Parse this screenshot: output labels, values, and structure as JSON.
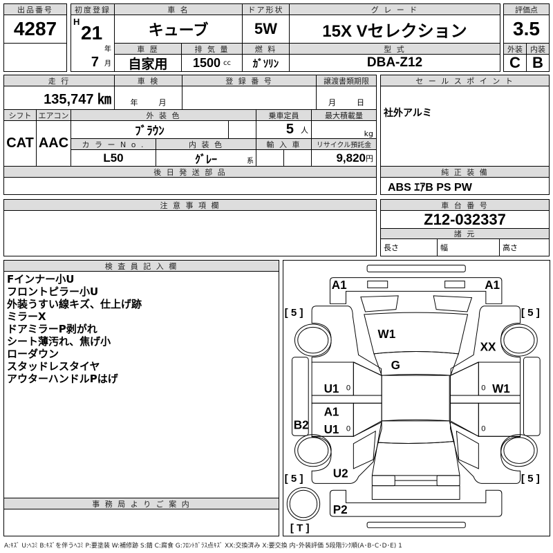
{
  "lot": {
    "label": "出品番号",
    "value": "4287"
  },
  "first_reg": {
    "label": "初度登録",
    "era": "H",
    "year": "21",
    "year_unit": "年",
    "month": "7",
    "month_unit": "月"
  },
  "car_name": {
    "label": "車 名",
    "value": "キューブ"
  },
  "door": {
    "label": "ドア形状",
    "value": "5W"
  },
  "grade": {
    "label": "グ レ ー ド",
    "value": "15X Vセレクション"
  },
  "history": {
    "label": "車 歴",
    "value": "自家用"
  },
  "displacement": {
    "label": "排 気 量",
    "value": "1500",
    "unit": "cc"
  },
  "fuel": {
    "label": "燃 料",
    "value": "ｶﾞｿﾘﾝ"
  },
  "model": {
    "label": "型 式",
    "value": "DBA-Z12"
  },
  "score": {
    "label": "評価点",
    "value": "3.5",
    "ext_label": "外装",
    "int_label": "内装",
    "ext": "C",
    "int": "B"
  },
  "mileage": {
    "label": "走 行",
    "value": "135,747 ㎞"
  },
  "inspection": {
    "label": "車 検",
    "year_unit": "年",
    "month_unit": "月"
  },
  "reg_no": {
    "label": "登 録 番 号"
  },
  "transfer": {
    "label": "譲渡書類期限",
    "month_unit": "月",
    "day_unit": "日"
  },
  "shift": {
    "label": "シフト",
    "value": "CAT"
  },
  "ac": {
    "label": "エアコン",
    "value": "AAC"
  },
  "ext_color": {
    "label": "外 装 色",
    "value": "ﾌﾞﾗｳﾝ"
  },
  "capacity": {
    "label": "乗車定員",
    "value": "5",
    "unit": "人"
  },
  "max_load": {
    "label": "最大積載量",
    "unit": "kg"
  },
  "color_no": {
    "label": "カ ラ ー N o .",
    "value": "L50"
  },
  "int_color": {
    "label": "内 装 色",
    "value": "ｸﾞﾚｰ",
    "unit": "系"
  },
  "import": {
    "label": "輸 入 車"
  },
  "recycle": {
    "label": "リサイクル預託金",
    "value": "9,820",
    "unit": "円"
  },
  "later_parts": {
    "label": "後 日 発 送 部 品"
  },
  "sales_point": {
    "label": "セ ー ル ス ポ イ ン ト",
    "value": "社外アルミ"
  },
  "equipment": {
    "label": "純 正 装 備",
    "value": "ABS ｴｱB PS PW"
  },
  "notes": {
    "label": "注 意 事 項 欄"
  },
  "chassis": {
    "label": "車 台 番 号",
    "value": "Z12-032337"
  },
  "specs": {
    "label": "諸 元",
    "length": "長さ",
    "width": "幅",
    "height": "高さ"
  },
  "inspector": {
    "label": "検 査 員 記 入 欄",
    "lines": [
      "Fインナー小U",
      "フロントピラー小U",
      "外装うすい線キズ、仕上げ跡",
      "ミラーX",
      "ドアミラーP剥がれ",
      "シート薄汚れ、焦げ小",
      "ローダウン",
      "スタッドレスタイヤ",
      "アウターハンドルPはげ"
    ]
  },
  "office": {
    "label": "事 務 局 よ り ご 案 内"
  },
  "diagram": {
    "front_left": "A1",
    "front_right": "A1",
    "hood": "W1",
    "windshield": "G",
    "right_fender": "XX",
    "left_front_door": "U1",
    "left_rear_door_1": "A1",
    "left_rear_door_2": "U1",
    "left_sill": "B2",
    "right_front_door": "W1",
    "left_quarter": "U2",
    "rear_bumper": "P2",
    "zero": "0",
    "tire_fl": "[ 5 ]",
    "tire_fr": "[ 5 ]",
    "tire_rl": "[ 5 ]",
    "tire_rr": "[ 5 ]",
    "spare": "[ T ]"
  },
  "legend": "A:ｷｽﾞ U:ﾍｺﾐ B:ｷｽﾞを伴うﾍｺﾐ P:要塗装 W:補修跡 S:錆 C:腐食 G:ﾌﾛﾝﾄｶﾞﾗｽ点ｷｽﾞ XX:交換済み X:要交換 内･外装評価 5段階ﾗﾝｸ順(A･B･C･D･E) 1"
}
